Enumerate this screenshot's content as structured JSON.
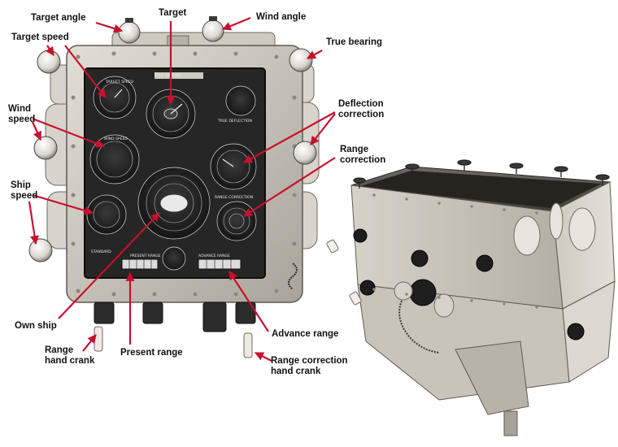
{
  "labels": {
    "target_angle": "Target angle",
    "target": "Target",
    "wind_angle": "Wind angle",
    "target_speed": "Target speed",
    "true_bearing": "True bearing",
    "wind_speed": "Wind\nspeed",
    "deflection_correction": "Deflection\ncorrection",
    "range_correction": "Range\ncorrection",
    "ship_speed": "Ship\nspeed",
    "own_ship": "Own ship",
    "range_hand_crank": "Range\nhand crank",
    "present_range": "Present range",
    "advance_range": "Advance range",
    "range_correction_hand_crank": "Range correction\nhand crank"
  },
  "colors": {
    "arrow": "#c8102e",
    "panel_face": "#2b2b2b",
    "housing": "#cfcac0",
    "label": "#111111"
  },
  "icons": [
    "arrow-pointer"
  ]
}
